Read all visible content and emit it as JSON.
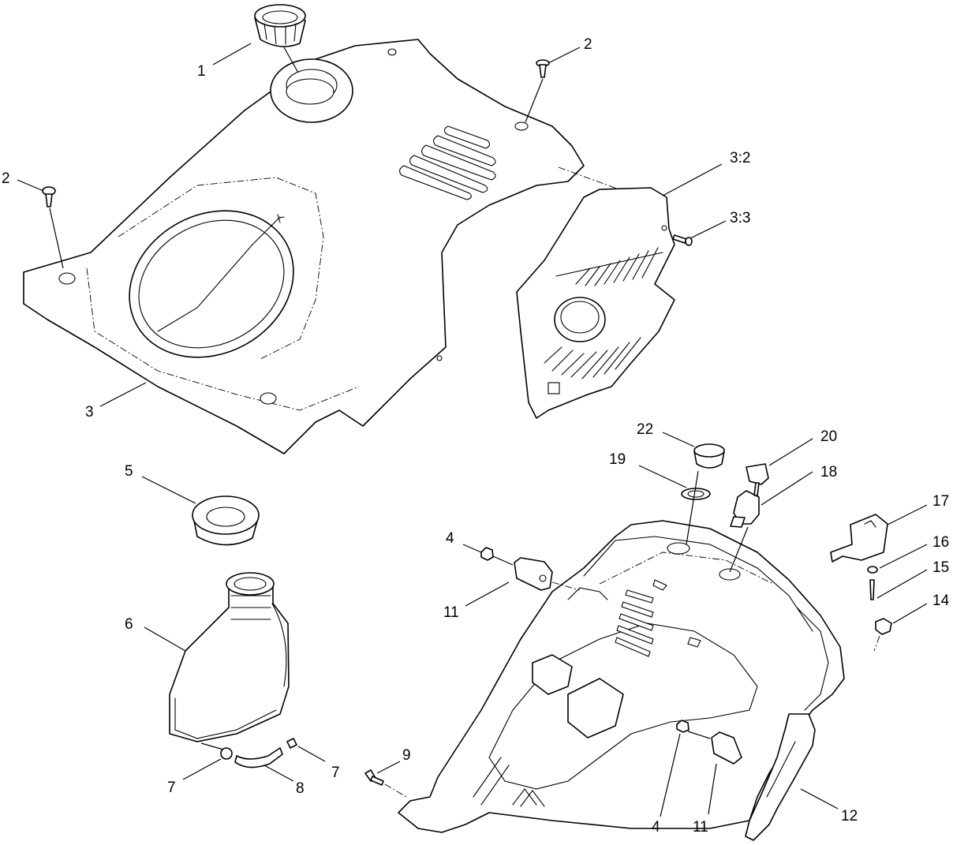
{
  "callouts": [
    {
      "id": "c1",
      "text": "1"
    },
    {
      "id": "c2a",
      "text": "2"
    },
    {
      "id": "c2b",
      "text": "2"
    },
    {
      "id": "c3",
      "text": "3"
    },
    {
      "id": "c3_2",
      "text": "3:2"
    },
    {
      "id": "c3_3",
      "text": "3:3"
    },
    {
      "id": "c4a",
      "text": "4"
    },
    {
      "id": "c4b",
      "text": "4"
    },
    {
      "id": "c5",
      "text": "5"
    },
    {
      "id": "c6",
      "text": "6"
    },
    {
      "id": "c7a",
      "text": "7"
    },
    {
      "id": "c7b",
      "text": "7"
    },
    {
      "id": "c8",
      "text": "8"
    },
    {
      "id": "c9",
      "text": "9"
    },
    {
      "id": "c11a",
      "text": "11"
    },
    {
      "id": "c11b",
      "text": "11"
    },
    {
      "id": "c12",
      "text": "12"
    },
    {
      "id": "c14",
      "text": "14"
    },
    {
      "id": "c15",
      "text": "15"
    },
    {
      "id": "c16",
      "text": "16"
    },
    {
      "id": "c17",
      "text": "17"
    },
    {
      "id": "c18",
      "text": "18"
    },
    {
      "id": "c19",
      "text": "19"
    },
    {
      "id": "c20",
      "text": "20"
    },
    {
      "id": "c22",
      "text": "22"
    }
  ]
}
